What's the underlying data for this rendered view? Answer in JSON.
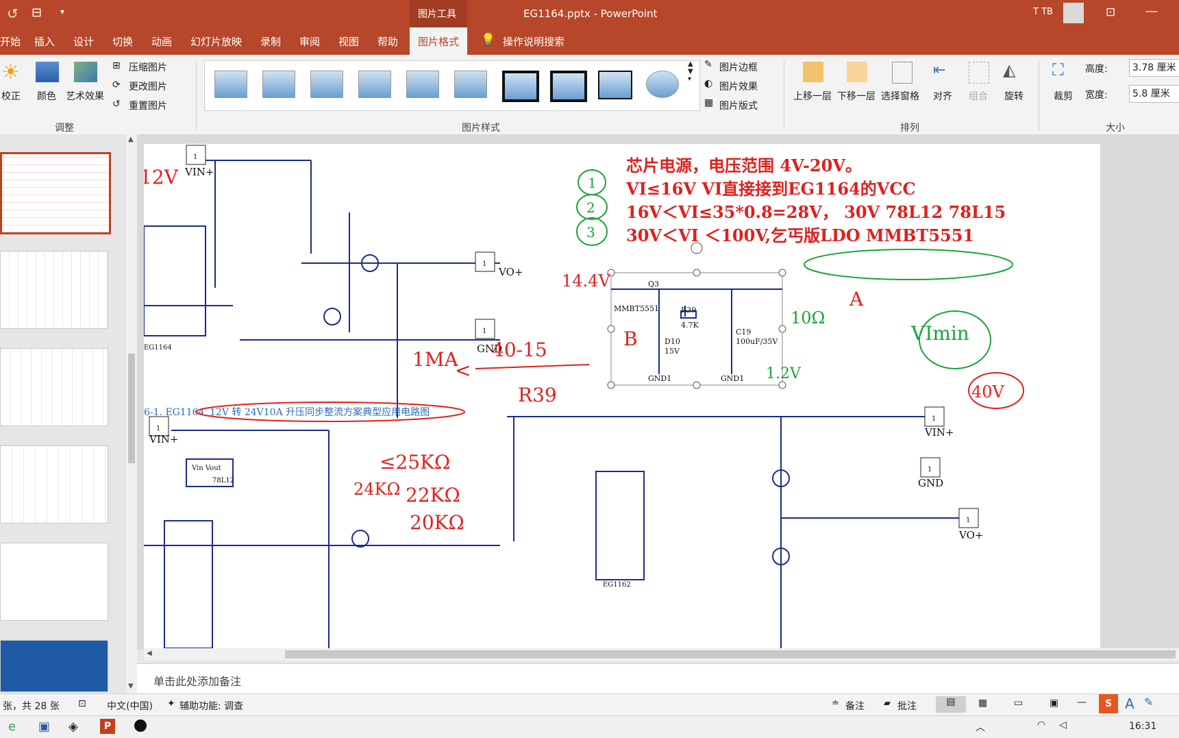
{
  "window": {
    "context_tab": "图片工具",
    "title": "EG1164.pptx  -  PowerPoint",
    "user": "T TB"
  },
  "ribbon_tabs": [
    "开始",
    "插入",
    "设计",
    "切换",
    "动画",
    "幻灯片放映",
    "录制",
    "审阅",
    "视图",
    "帮助"
  ],
  "active_tab": "图片格式",
  "tell_me": "操作说明搜索",
  "adjust_group": {
    "corrections": "校正",
    "color": "颜色",
    "artistic": "艺术效果",
    "compress": "压缩图片",
    "change": "更改图片",
    "reset": "重置图片",
    "group_label": "调整"
  },
  "styles_group": {
    "border": "图片边框",
    "effects": "图片效果",
    "layout": "图片版式",
    "group_label": "图片样式"
  },
  "arrange_group": {
    "bring_forward": "上移一层",
    "send_backward": "下移一层",
    "selection_pane": "选择窗格",
    "align": "对齐",
    "group": "组合",
    "rotate": "旋转",
    "group_label": "排列"
  },
  "size_group": {
    "crop": "裁剪",
    "height_label": "高度:",
    "height_value": "3.78 厘米",
    "width_label": "宽度:",
    "width_value": "5.8 厘米",
    "group_label": "大小"
  },
  "notes_placeholder": "单击此处添加备注",
  "status": {
    "slide_count": "张，共 28 张",
    "language": "中文(中国)",
    "accessibility": "辅助功能: 调查",
    "notes_btn": "备注",
    "comments_btn": "批注"
  },
  "taskbar": {
    "time": "16:31"
  },
  "slide": {
    "caption": "6-1. EG1164",
    "caption_highlight": "12V 转 24V10A 升压同步整流方案典型应用电路图",
    "notes_red": [
      "芯片电源，电压范围 4V-20V。",
      "VI≤16V   VI直接接到EG1164的VCC",
      "16V＜VI≤35*0.8=28V，  30V  78L12  78L15",
      "30V＜VI ＜100V,乞丐版LDO MMBT5551"
    ],
    "circled_numbers": [
      "1",
      "2",
      "3"
    ],
    "ldo_labels": {
      "q": "Q3",
      "transistor": "MMBT5551",
      "r": "R39",
      "r_val": "4.7K",
      "c": "C19",
      "c_val": "100uF/35V",
      "d": "D10",
      "d_val": "15V",
      "gnd1": "GND1",
      "gnd2": "GND1"
    },
    "handwriting": {
      "v12": "12V",
      "v144": "14.4V",
      "b": "B",
      "ma": "1MA",
      "frac_top": "40-15",
      "frac_bot": "R39",
      "lt": "<",
      "a": "A",
      "ohm": "10Ω",
      "vimin": "VImin",
      "v40": "40V",
      "v12b": "1.2V",
      "r25": "≤25KΩ",
      "r24": "24KΩ",
      "r22": "22KΩ",
      "r20": "20KΩ"
    },
    "pins_top": {
      "vin": "VIN+",
      "vo": "VO+",
      "gnd": "GND",
      "chip": "EG1164"
    },
    "pins_bottom": {
      "vin": "VIN+",
      "vo": "VO+",
      "gnd": "GND",
      "chip": "EG1162",
      "reg": "78L12",
      "reg_pins": "Vin  Vout"
    }
  },
  "colors": {
    "accent": "#b7472a",
    "ink_red": "#e0201c",
    "ink_green": "#1aa33a",
    "schematic": "#1b2a8f"
  }
}
